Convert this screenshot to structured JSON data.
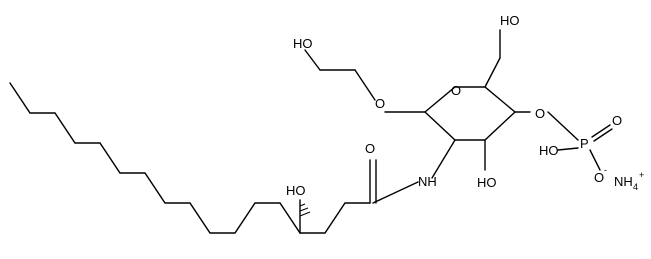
{
  "structure": {
    "atom_labels": {
      "oh_top": "HO",
      "oh_left": "HO",
      "ring_o": "O",
      "ether_o": "O",
      "oh_ring": "HO",
      "oh_c3": "HO",
      "nh": "NH",
      "amide_o": "O",
      "phos_o_ester": "O",
      "phos_p": "P",
      "phos_o_double": "O",
      "phos_oh": "HO",
      "phos_o_minus": "O",
      "phos_charge": "-",
      "ammonium": "NH",
      "ammonium_sub": "4",
      "ammonium_charge": "+"
    }
  }
}
